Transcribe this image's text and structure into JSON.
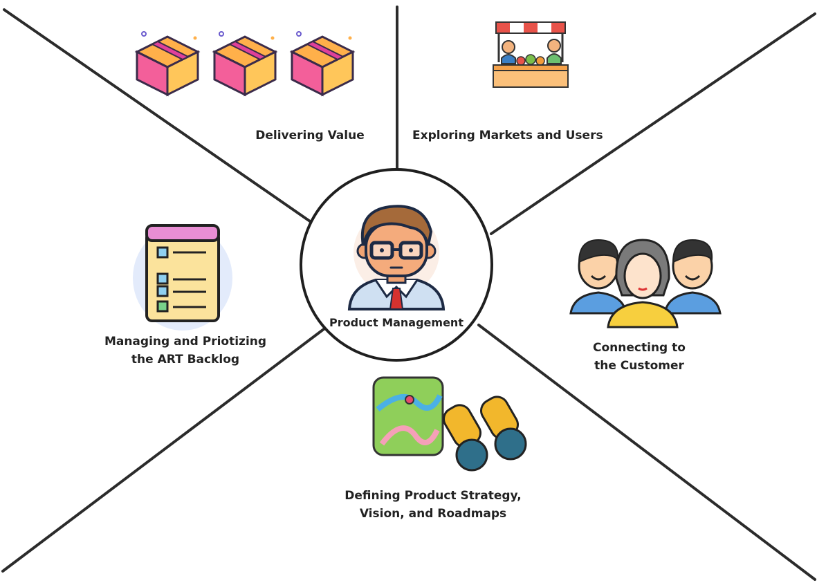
{
  "center": {
    "label": "Product Management",
    "icon": "product-manager-icon"
  },
  "segments": [
    {
      "id": "delivering-value",
      "lines": [
        "Delivering Value"
      ],
      "icon": "package-boxes-icon"
    },
    {
      "id": "exploring-markets",
      "lines": [
        "Exploring Markets and Users"
      ],
      "icon": "market-stall-icon"
    },
    {
      "id": "managing-backlog",
      "lines": [
        "Managing and Priotizing",
        "the ART Backlog"
      ],
      "icon": "checklist-icon"
    },
    {
      "id": "connecting-customer",
      "lines": [
        "Connecting to",
        "the Customer"
      ],
      "icon": "customers-group-icon"
    },
    {
      "id": "defining-strategy",
      "lines": [
        "Defining Product Strategy,",
        "Vision, and Roadmaps"
      ],
      "icon": "map-binoculars-icon"
    }
  ]
}
